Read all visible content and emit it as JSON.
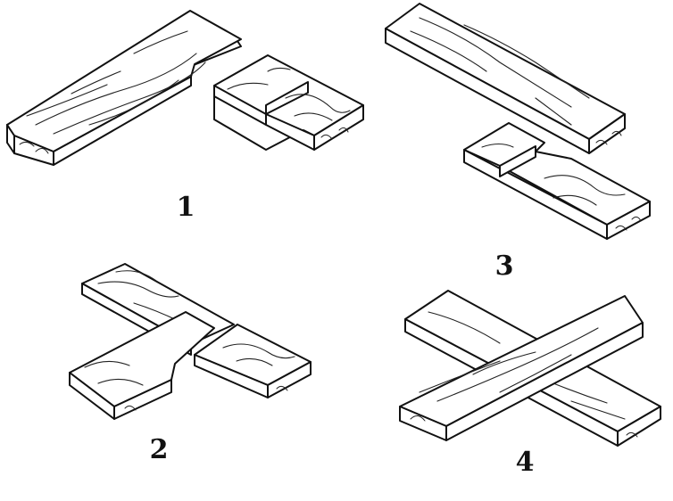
{
  "figures": [
    {
      "label": "1"
    },
    {
      "label": "3"
    },
    {
      "label": "2"
    },
    {
      "label": "4"
    }
  ],
  "colors": {
    "ink": "#111111",
    "paper": "#ffffff"
  }
}
